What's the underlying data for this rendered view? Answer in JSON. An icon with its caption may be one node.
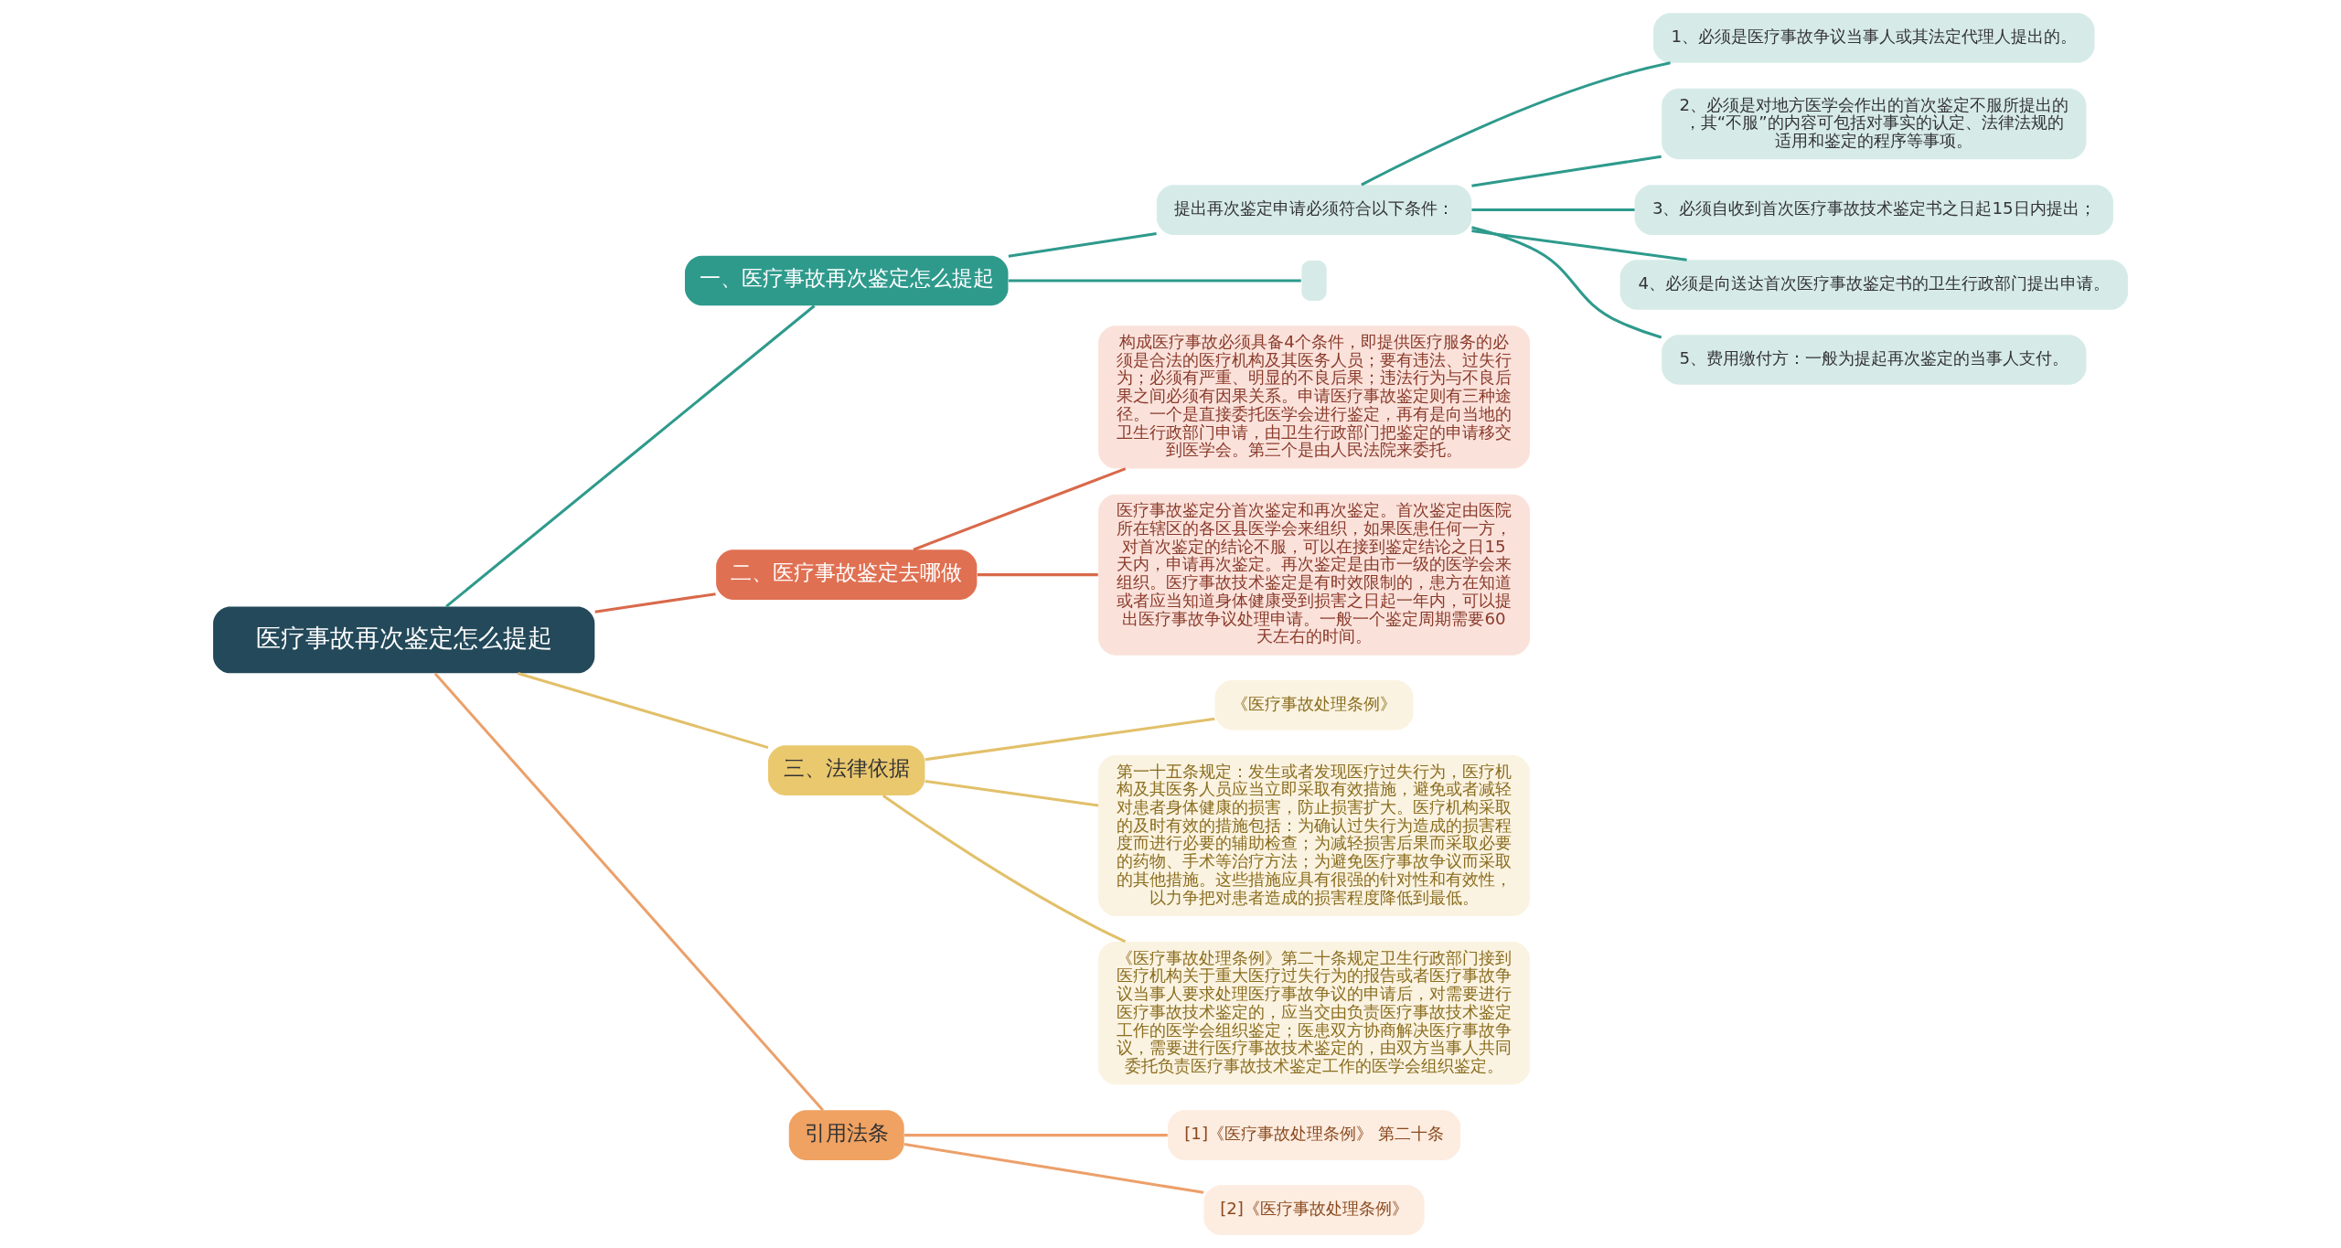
{
  "diagram": {
    "nodes": [
      {
        "text": [
          "医疗事故再次鉴定怎么提起"
        ]
      },
      {
        "text": [
          "一、医疗事故再次鉴定怎么提起"
        ]
      },
      {
        "text": [
          "提出再次鉴定申请必须符合以下条件："
        ]
      },
      {
        "text": [
          "1、必须是医疗事故争议当事人或其法定代理人提出的。"
        ]
      },
      {
        "text": [
          "2、必须是对地方医学会作出的首次鉴定不服所提出的，其“不服”的内容可包括对事实的认定、法律法规的适用和鉴定的程序等事项。"
        ]
      },
      {
        "text": [
          "3、必须自收到首次医疗事故技术鉴定书之日起15日内提出；"
        ]
      },
      {
        "text": [
          "4、必须是向送达首次医疗事故鉴定书的卫生行政部门提出申请。"
        ]
      },
      {
        "text": [
          "5、费用缴付方：一般为提起再次鉴定的当事人支付。"
        ]
      },
      {
        "text": [],
        "shape": "box"
      },
      {
        "text": [
          "二、医疗事故鉴定去哪做"
        ]
      },
      {
        "text": [
          "构成医疗事故必须具备4个条件，即提供医疗服务的必须是合法的医疗机构及其医务人员；要有违法、过失行为；必须有严重、明显的不良后果；违法行为与不良后果之间必须有因果关系。申请医疗事故鉴定则有三种途径。一个是直接委托医学会进行鉴定，再有是向当地的卫生行政部门申请，由卫生行政部门把鉴定的申请移交到医学会。第三个是由人民法院来委托。"
        ]
      },
      {
        "text": [
          "医疗事故鉴定分首次鉴定和再次鉴定。首次鉴定由医院所在辖区的各区县医学会来组织，如果医患任何一方，对首次鉴定的结论不服，可以在接到鉴定结论之日15天内，申请再次鉴定。再次鉴定是由市一级的医学会来组织。医疗事故技术鉴定是有时效限制的，患方在知道或者应当知道身体健康受到损害之日起一年内，可以提出医疗事故争议处理申请。一般一个鉴定周期需要60天左右的时间。"
        ]
      },
      {
        "text": [
          "三、法律依据"
        ]
      },
      {
        "text": [
          "《医疗事故处理条例》"
        ]
      },
      {
        "text": [
          "第一十五条规定：发生或者发现医疗过失行为，医疗机构及其医务人员应当立即采取有效措施，避免或者减轻对患者身体健康的损害，防止损害扩大。医疗机构采取的及时有效的措施包括：为确认过失行为造成的损害程度而进行必要的辅助检查；为减轻损害后果而采取必要的药物、手术等治疗方法；为避免医疗事故争议而采取的其他措施。这些措施应具有很强的针对性和有效性，以力争把对患者造成的损害程度降低到最低。"
        ]
      },
      {
        "text": [
          "《医疗事故处理条例》第二十条规定卫生行政部门接到医疗机构关于重大医疗过失行为的报告或者医疗事故争议当事人要求处理医疗事故争议的申请后，对需要进行医疗事故技术鉴定的，应当交由负责医疗事故技术鉴定工作的医学会组织鉴定；医患双方协商解决医疗事故争议，需要进行医疗事故技术鉴定的，由双方当事人共同委托负责医疗事故技术鉴定工作的医学会组织鉴定。"
        ]
      },
      {
        "text": [
          "引用法条"
        ]
      },
      {
        "text": [
          "[1]《医疗事故处理条例》 第二十条"
        ]
      },
      {
        "text": [
          "[2]《医疗事故处理条例》"
        ]
      }
    ],
    "edges": [
      {
        "from": 0,
        "to": 1,
        "arrow": "none"
      },
      {
        "from": 1,
        "to": 2,
        "arrow": "none"
      },
      {
        "from": 2,
        "to": 3,
        "arrow": "none"
      },
      {
        "from": 2,
        "to": 4,
        "arrow": "none"
      },
      {
        "from": 2,
        "to": 5,
        "arrow": "none"
      },
      {
        "from": 2,
        "to": 6,
        "arrow": "none"
      },
      {
        "from": 2,
        "to": 7,
        "arrow": "none"
      },
      {
        "from": 1,
        "to": 8,
        "arrow": "none"
      },
      {
        "from": 0,
        "to": 9,
        "arrow": "none",
        "color": "#d9694a"
      },
      {
        "from": 9,
        "to": 10,
        "arrow": "none",
        "color": "#d9694a"
      },
      {
        "from": 9,
        "to": 11,
        "arrow": "none",
        "color": "#d9694a"
      },
      {
        "from": 0,
        "to": 12,
        "arrow": "none",
        "color": "#e2c06a"
      },
      {
        "from": 12,
        "to": 13,
        "arrow": "none",
        "color": "#e2c06a"
      },
      {
        "from": 12,
        "to": 14,
        "arrow": "none",
        "color": "#e2c06a"
      },
      {
        "from": 12,
        "to": 15,
        "arrow": "none",
        "color": "#e2c06a"
      },
      {
        "from": 0,
        "to": 16,
        "arrow": "none",
        "color": "#eca06a"
      },
      {
        "from": 16,
        "to": 17,
        "arrow": "none",
        "color": "#eca06a"
      },
      {
        "from": 16,
        "to": 18,
        "arrow": "none",
        "color": "#eca06a"
      }
    ]
  }
}
